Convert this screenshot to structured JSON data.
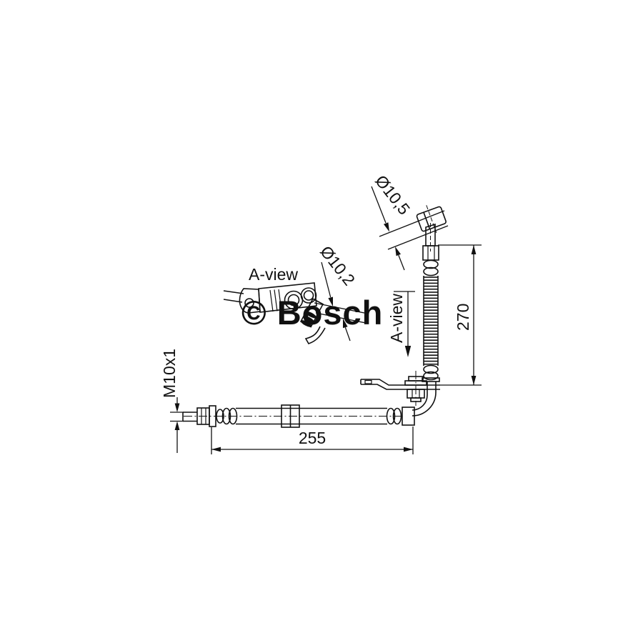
{
  "watermark": {
    "text": "© Bosch",
    "color": "#d4d4d4"
  },
  "drawing": {
    "line_color": "#111111",
    "labels": {
      "diameter_top": "Ø10,5",
      "diameter_detail": "Ø10,2",
      "detail_view_title": "A-view",
      "view_direction": "A-view",
      "thread_size": "M10x1"
    },
    "dimensions": {
      "vertical_length": "270",
      "horizontal_length": "255"
    }
  }
}
